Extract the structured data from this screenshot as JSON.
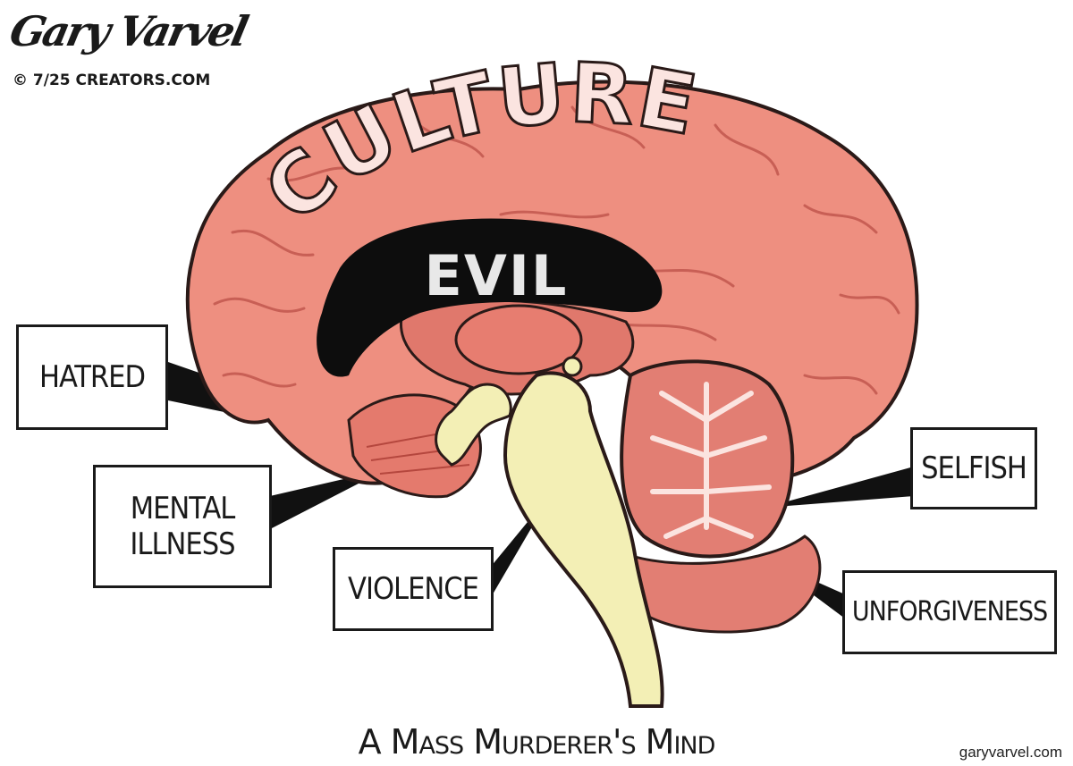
{
  "cartoon": {
    "signature": "Gary Varvel",
    "copyright": "© 7/25 CREATORS.COM",
    "site": "garyvarvel.com",
    "caption": "A Mass Murderer's Mind",
    "brain_top_word": "CULTURE",
    "brain_center_word": "EVIL",
    "labels": {
      "hatred": "HATRED",
      "mental_illness_line1": "MENTAL",
      "mental_illness_line2": "ILLNESS",
      "violence": "VIOLENCE",
      "selfish": "SELFISH",
      "unforgiveness": "UNFORGIVENESS"
    }
  },
  "colors": {
    "brain": "#ee8f80",
    "brain_outline": "#2a1a18",
    "brain_groove": "#c85f55",
    "stem": "#f3efb5",
    "cerebellum": "#e27e73",
    "evil_cavity": "#0d0d0d",
    "culture_letters": "#fbe4e0"
  }
}
